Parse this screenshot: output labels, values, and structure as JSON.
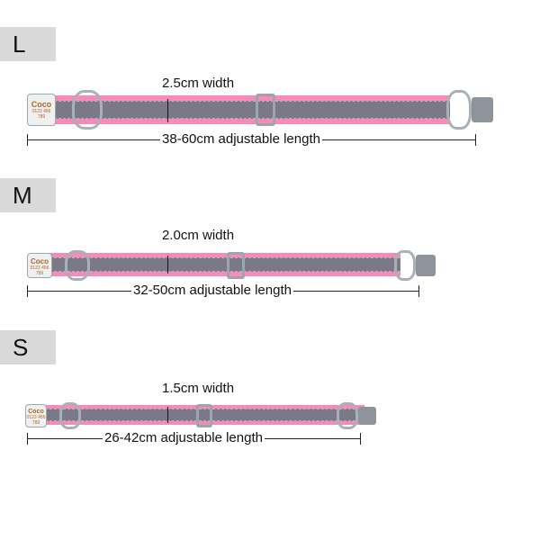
{
  "sizes": [
    {
      "label": "L",
      "width": "2.5cm width",
      "length": "38-60cm adjustable length",
      "tag_name": "Coco",
      "tag_number": "0123 456 789"
    },
    {
      "label": "M",
      "width": "2.0cm width",
      "length": "32-50cm adjustable length",
      "tag_name": "Coco",
      "tag_number": "0123 456 789"
    },
    {
      "label": "S",
      "width": "1.5cm width",
      "length": "26-42cm adjustable length",
      "tag_name": "Coco",
      "tag_number": "0123 456 789"
    }
  ],
  "colors": {
    "strap_edge": "#f58bb8",
    "strap_core": "#7b7888",
    "tab_bg": "#d9d9d9"
  }
}
